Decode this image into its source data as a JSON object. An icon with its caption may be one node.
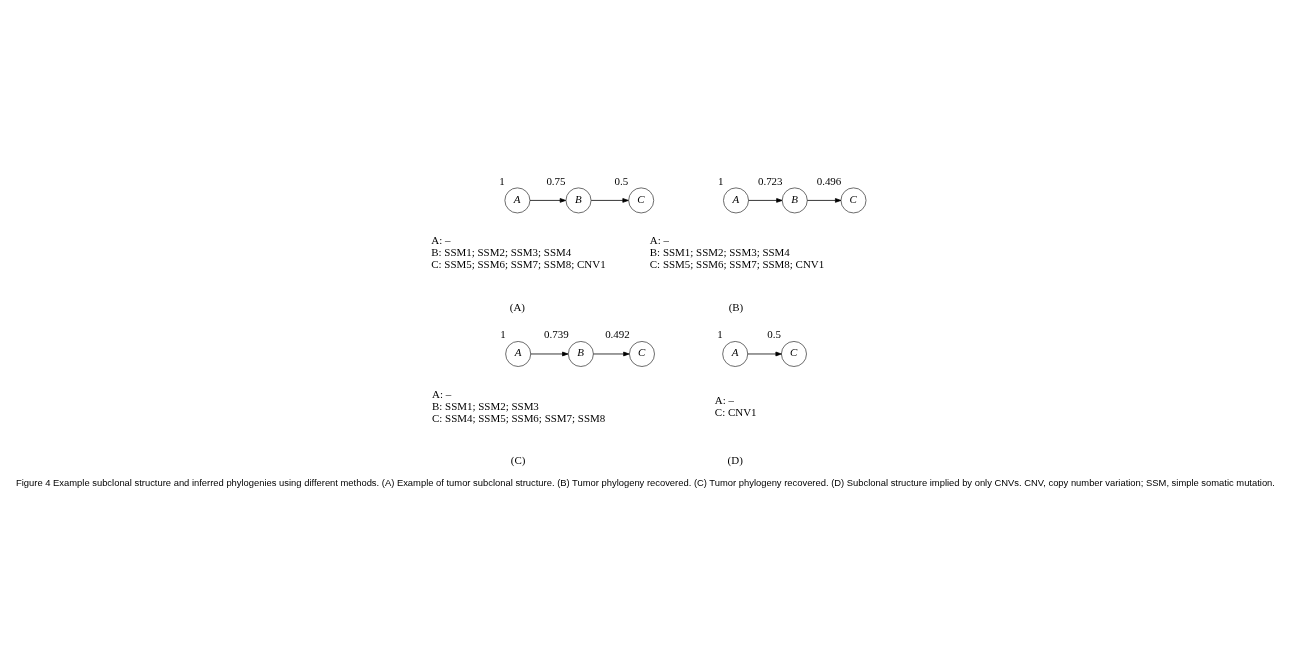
{
  "diagram": {
    "caption": "Figure 4 Example subclonal structure and inferred phylogenies using different methods. (A) Example of tumor subclonal structure. (B) Tumor phylogeny recovered. (C) Tumor phylogeny recovered. (D) Subclonal structure implied by only CNVs. CNV, copy number variation; SSM, simple somatic mutation.",
    "nodes": [
      {
        "text": [
          "A"
        ],
        "beside": [
          "1"
        ]
      },
      {
        "text": [
          "B"
        ],
        "beside": [
          "0.75"
        ]
      },
      {
        "text": [
          "C"
        ],
        "beside": [
          "0.5"
        ]
      },
      {
        "text": [
          "A"
        ],
        "beside": [
          "1"
        ]
      },
      {
        "text": [
          "B"
        ],
        "beside": [
          "0.723"
        ]
      },
      {
        "text": [
          "C"
        ],
        "beside": [
          "0.496"
        ]
      },
      {
        "text": [
          "A"
        ],
        "beside": [
          "1"
        ]
      },
      {
        "text": [
          "B"
        ],
        "beside": [
          "0.739"
        ]
      },
      {
        "text": [
          "C"
        ],
        "beside": [
          "0.492"
        ]
      },
      {
        "text": [
          "A"
        ],
        "beside": [
          "1"
        ]
      },
      {
        "text": [
          "C"
        ],
        "beside": [
          "0.5"
        ]
      }
    ],
    "edges": [
      {
        "from": 0,
        "to": 1,
        "arrow": "to"
      },
      {
        "from": 1,
        "to": 2,
        "arrow": "to"
      },
      {
        "from": 3,
        "to": 4,
        "arrow": "to"
      },
      {
        "from": 4,
        "to": 5,
        "arrow": "to"
      },
      {
        "from": 6,
        "to": 7,
        "arrow": "to"
      },
      {
        "from": 7,
        "to": 8,
        "arrow": "to"
      },
      {
        "from": 9,
        "to": 10,
        "arrow": "to"
      }
    ],
    "labels": [
      "A: –",
      "B: SSM1; SSM2; SSM3; SSM4",
      "C: SSM5; SSM6; SSM7; SSM8; CNV1",
      "(A)",
      "A: –",
      "B: SSM1; SSM2; SSM3; SSM4",
      "C: SSM5; SSM6; SSM7; SSM8; CNV1",
      "(B)",
      "A: –",
      "B: SSM1; SSM2; SSM3",
      "C: SSM4; SSM5; SSM6; SSM7; SSM8",
      "(C)",
      "A: –",
      "C: CNV1",
      "(D)"
    ]
  }
}
